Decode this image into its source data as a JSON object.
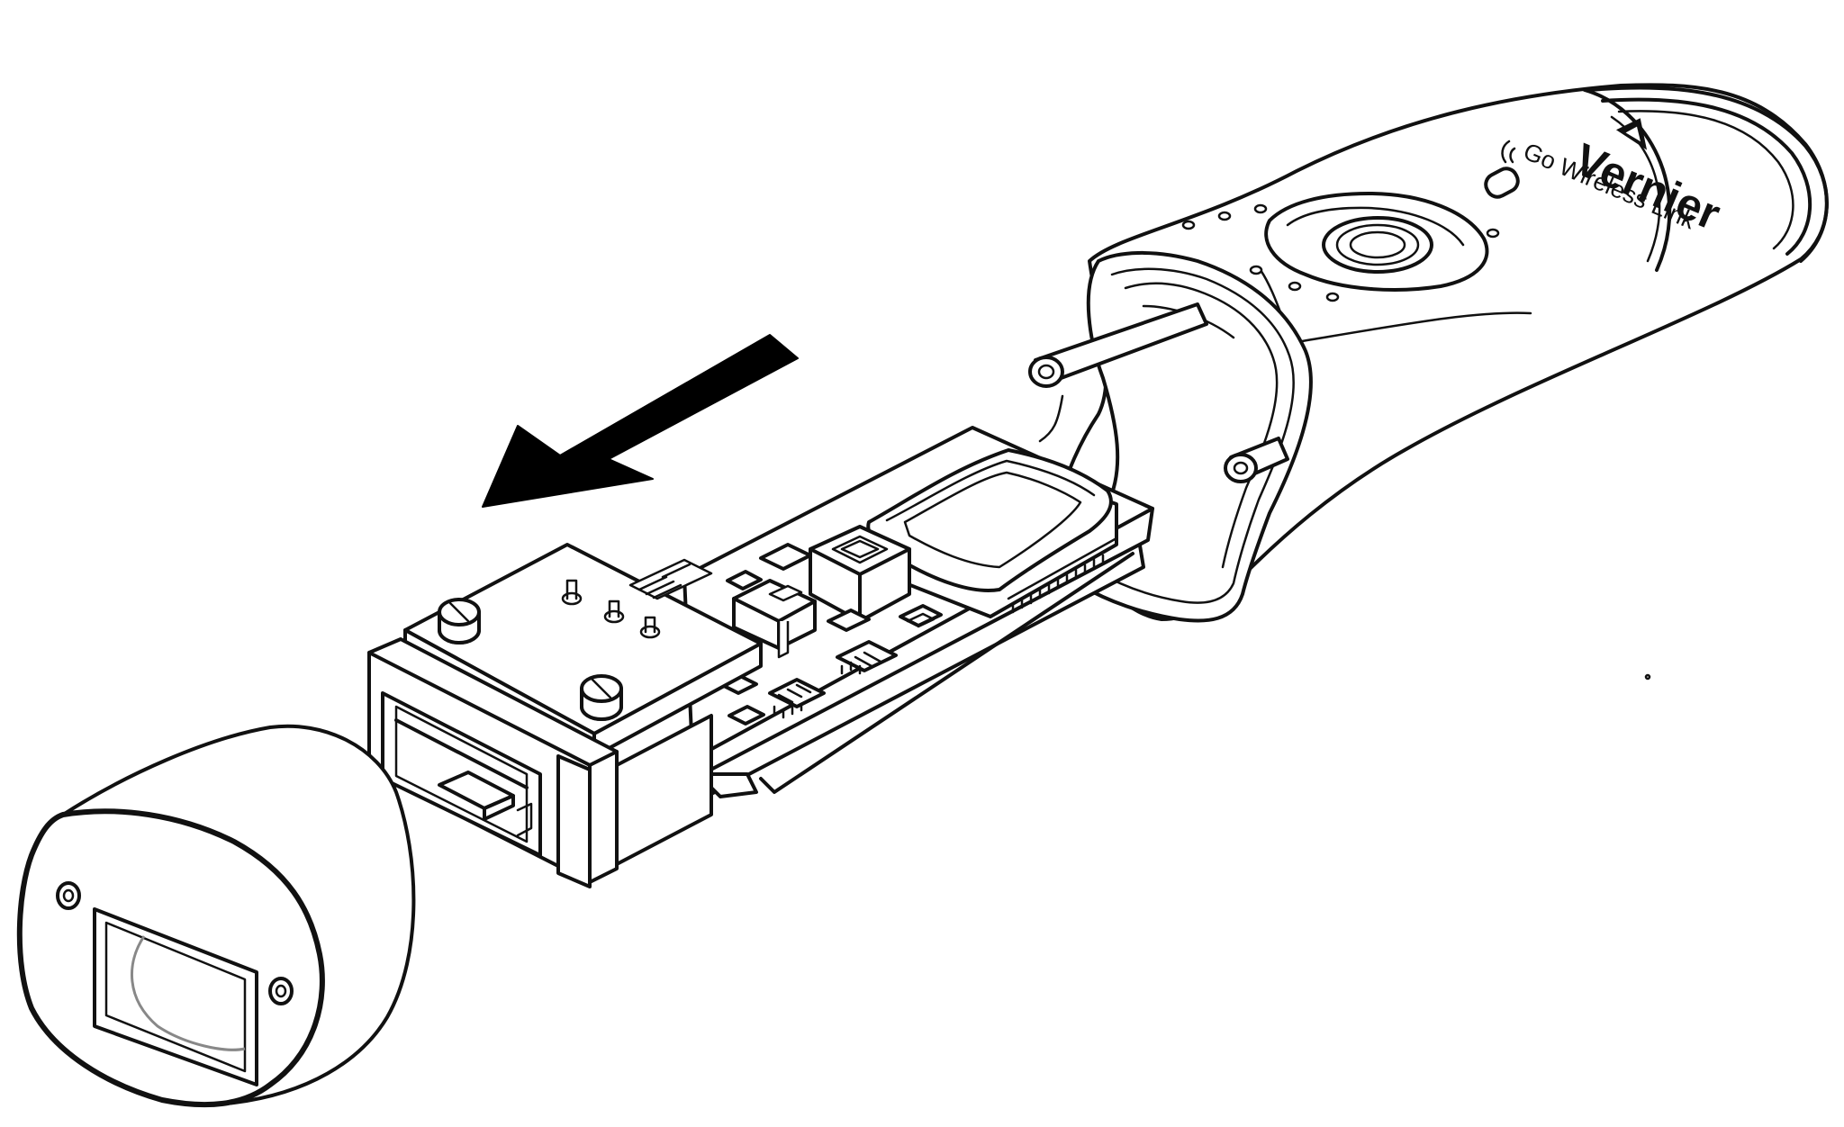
{
  "diagram": {
    "device_label": {
      "brand": "Vernier",
      "product": "Go Wireless Link"
    },
    "parts": [
      "end-cap",
      "connector-housing",
      "circuit-board",
      "main-housing"
    ],
    "arrow_direction": "down-left"
  },
  "colors": {
    "line": "#111111",
    "background": "#ffffff",
    "accent_gray": "#888888"
  }
}
